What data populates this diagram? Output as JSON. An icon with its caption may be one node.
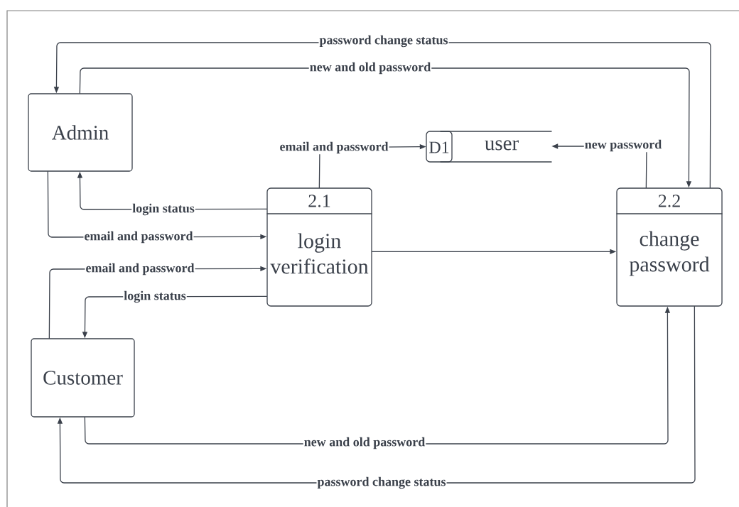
{
  "diagram": {
    "nodes": [
      {
        "text": [
          "Admin"
        ]
      },
      {
        "text": [
          "2.1",
          "login verification"
        ]
      },
      {
        "text": [
          "D1",
          "user"
        ]
      },
      {
        "text": [
          "2.2",
          "change password"
        ]
      },
      {
        "text": [
          "Customer"
        ]
      }
    ],
    "edges": [
      {
        "from": 3,
        "to": 0,
        "arrow": "to",
        "label": "password change status"
      },
      {
        "from": 0,
        "to": 3,
        "arrow": "to",
        "label": "new and old password"
      },
      {
        "from": 1,
        "to": 2,
        "arrow": "to",
        "label": "email and password"
      },
      {
        "from": 3,
        "to": 2,
        "arrow": "to",
        "label": "new password"
      },
      {
        "from": 1,
        "to": 0,
        "arrow": "to",
        "label": "login status"
      },
      {
        "from": 0,
        "to": 1,
        "arrow": "to",
        "label": "email and password"
      },
      {
        "from": 4,
        "to": 1,
        "arrow": "to",
        "label": "email and password"
      },
      {
        "from": 1,
        "to": 4,
        "arrow": "to",
        "label": "login status"
      },
      {
        "from": 1,
        "to": 3,
        "arrow": "to"
      },
      {
        "from": 4,
        "to": 3,
        "arrow": "to",
        "label": "new and old password"
      },
      {
        "from": 3,
        "to": 4,
        "arrow": "to",
        "label": "password change status"
      }
    ]
  }
}
